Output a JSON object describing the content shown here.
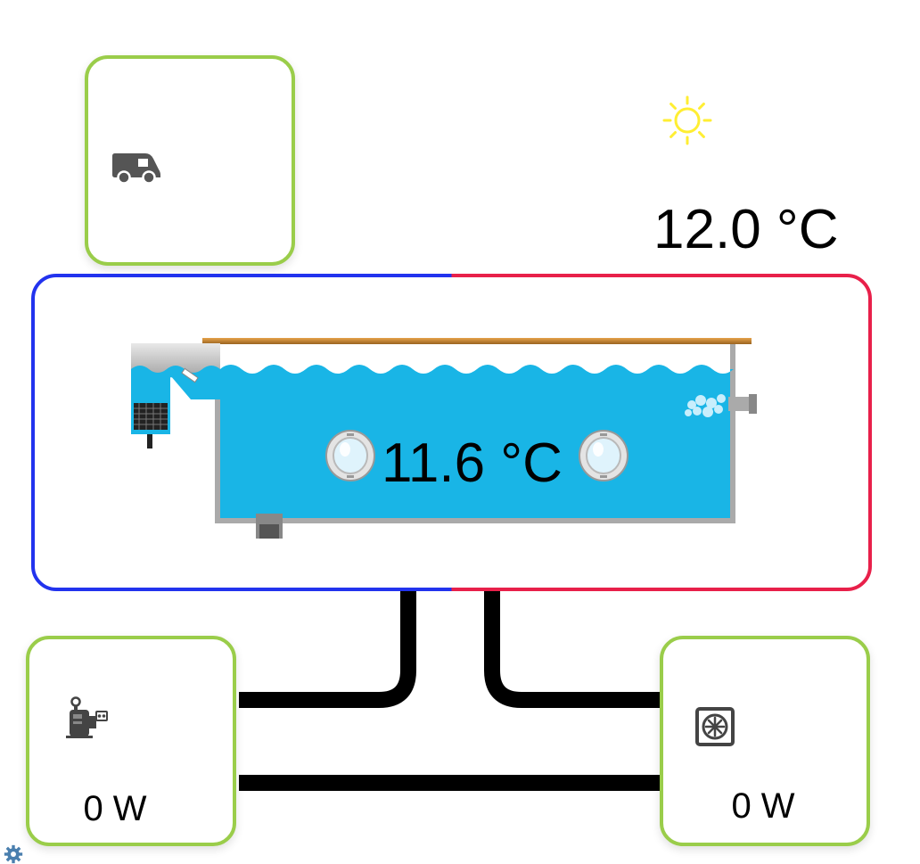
{
  "outside": {
    "temperature": "12.0 °C",
    "weather_icon": "sun-icon"
  },
  "pool": {
    "temperature": "11.6 °C"
  },
  "caravan": {
    "icon": "caravan-icon"
  },
  "pump": {
    "icon": "pump-icon",
    "power": "0 W"
  },
  "heater": {
    "icon": "heater-icon",
    "power": "0 W"
  },
  "settings": {
    "icon": "gear-icon"
  },
  "colors": {
    "card_border": "#9acd4a",
    "pool_border_left": "#2233ee",
    "pool_border_right": "#e8204a",
    "water": "#19b5e6",
    "sun": "#ffee33",
    "pipe": "#000000"
  }
}
